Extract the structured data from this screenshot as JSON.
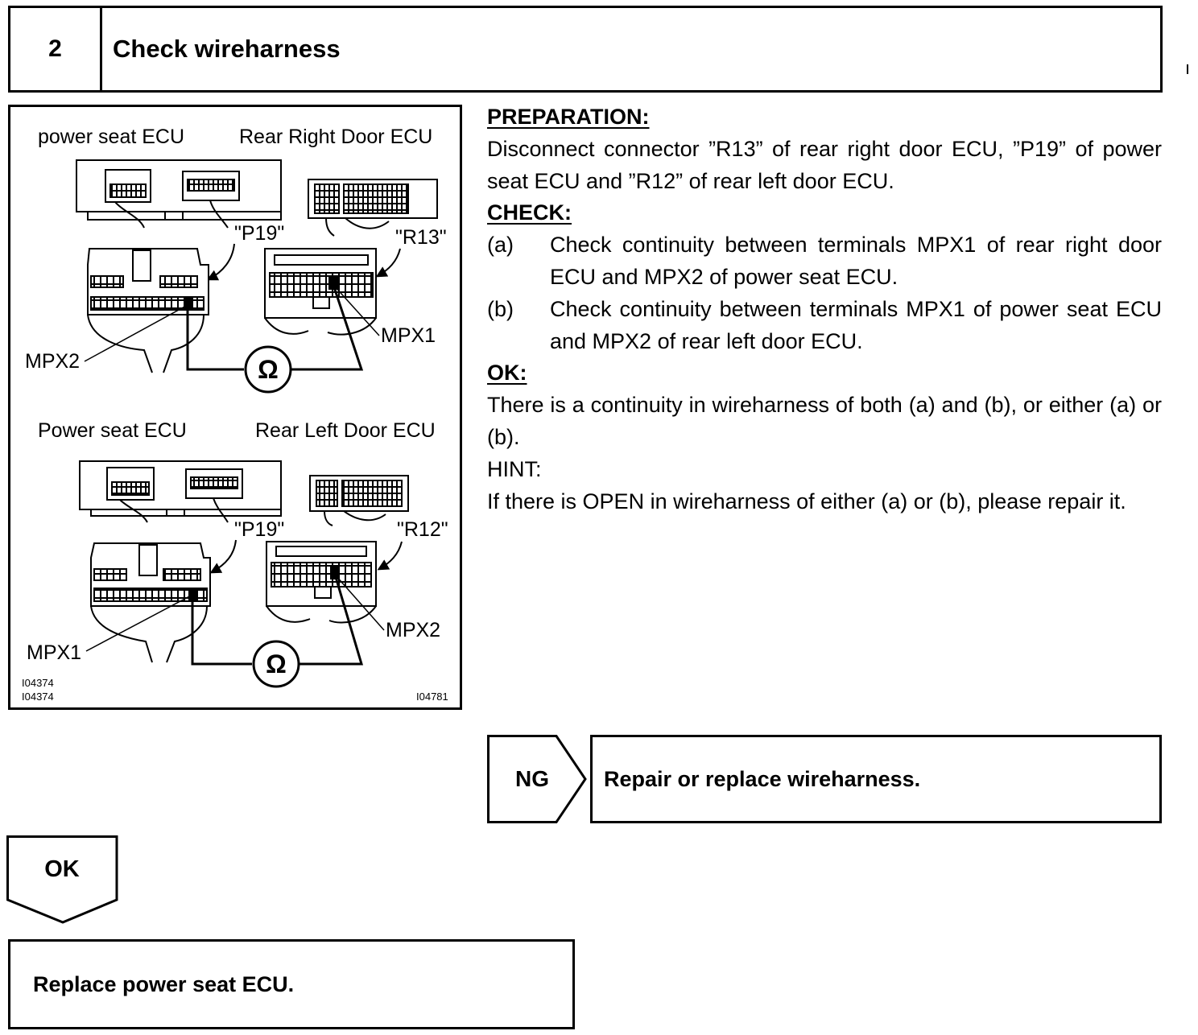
{
  "header": {
    "step_number": "2",
    "title": "Check wireharness"
  },
  "figure": {
    "top_left_label": "power seat ECU",
    "top_right_label": "Rear Right Door ECU",
    "top_conn_left": "\"P19\"",
    "top_conn_right": "\"R13\"",
    "top_mpx_left": "MPX2",
    "top_mpx_right": "MPX1",
    "bottom_left_label": "Power seat ECU",
    "bottom_right_label": "Rear Left Door ECU",
    "bottom_conn_left": "\"P19\"",
    "bottom_conn_right": "\"R12\"",
    "bottom_mpx_left": "MPX1",
    "bottom_mpx_right": "MPX2",
    "ohm_symbol": "Ω",
    "code_1": "I04374",
    "code_2": "I04374",
    "code_3": "I04781"
  },
  "preparation": {
    "heading": "PREPARATION:",
    "text": "Disconnect connector ”R13” of rear right door ECU, ”P19” of power seat ECU and ”R12” of rear left door ECU."
  },
  "check": {
    "heading": "CHECK:",
    "items": [
      {
        "label": "(a)",
        "text": "Check continuity between terminals MPX1 of rear right door ECU and MPX2 of power seat ECU."
      },
      {
        "label": "(b)",
        "text": "Check continuity between terminals MPX1 of power seat ECU and MPX2 of rear left door ECU."
      }
    ]
  },
  "ok": {
    "heading": "OK:",
    "text": "There is a continuity in wireharness of both (a) and (b), or either (a) or (b)."
  },
  "hint": {
    "heading": "HINT:",
    "text": "If there is OPEN in wireharness of either (a) or (b), please repair it."
  },
  "ng_result": {
    "tag": "NG",
    "action": "Repair or replace wireharness."
  },
  "ok_result": {
    "tag": "OK",
    "action": "Replace power seat ECU."
  }
}
